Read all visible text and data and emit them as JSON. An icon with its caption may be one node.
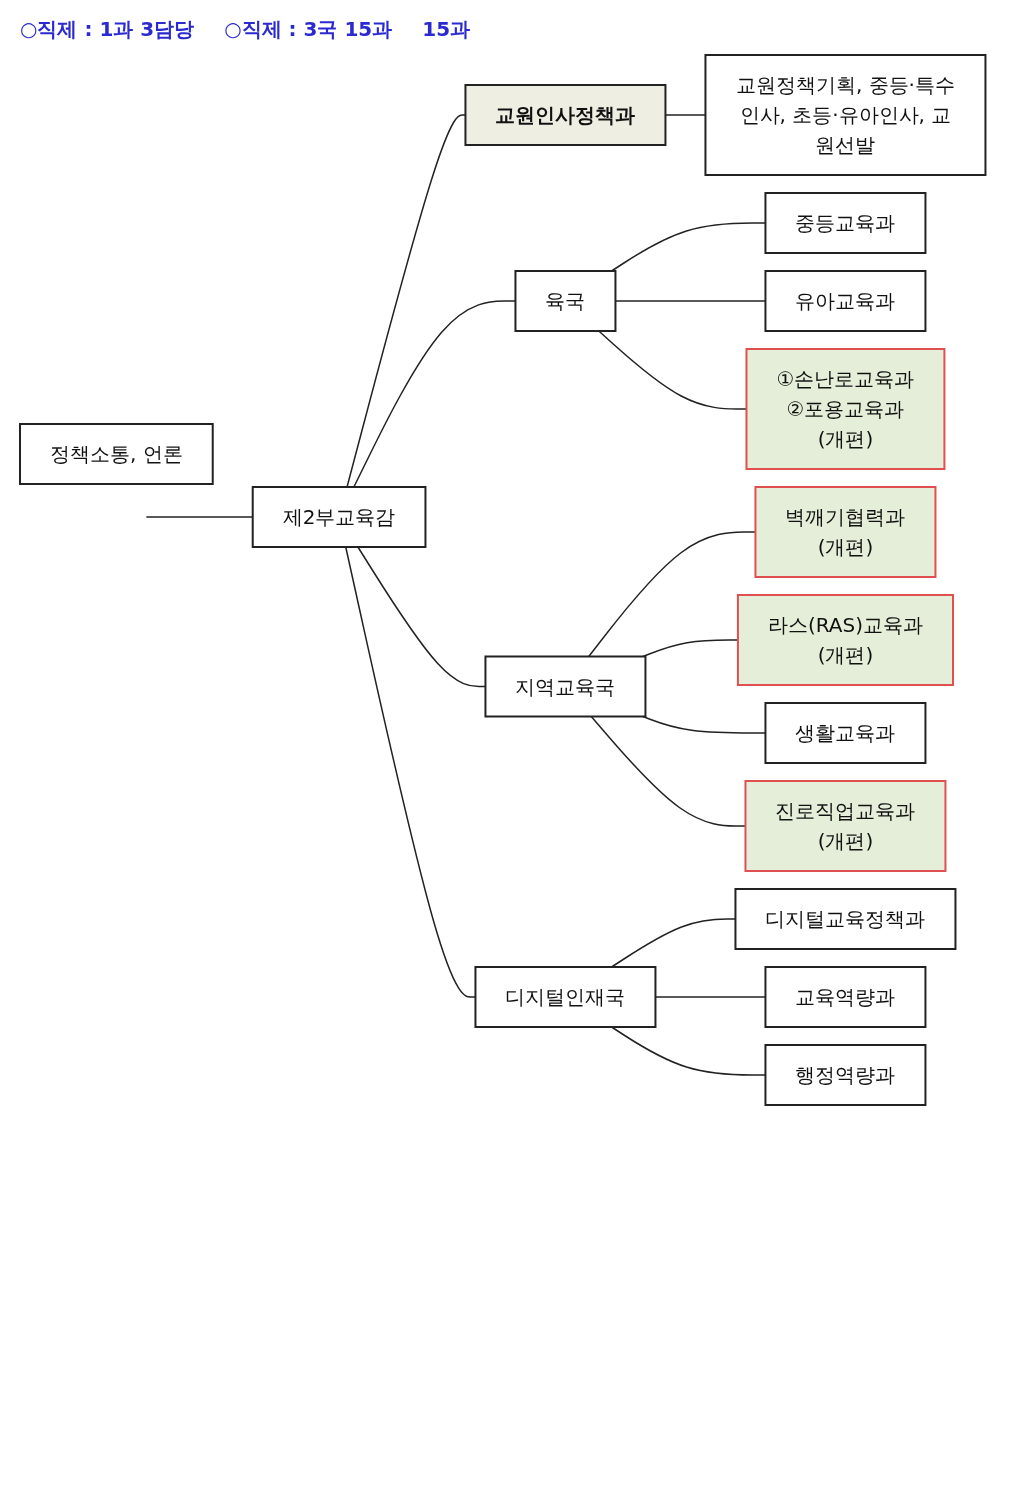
{
  "diagram": {
    "nodes": [
      {
        "text": [
          "정책소통, 언론"
        ]
      },
      {
        "text": [
          "제2부교육감"
        ]
      },
      {
        "text": [
          "교원인사정책과"
        ]
      },
      {
        "text": [
          "교원정책기획, 중등·특수인사, 초등·유아인사, 교원선발"
        ]
      },
      {
        "text": [
          "육국"
        ]
      },
      {
        "text": [
          "지역교육국"
        ]
      },
      {
        "text": [
          "디지털인재국"
        ]
      },
      {
        "text": [
          "중등교육과"
        ]
      },
      {
        "text": [
          "유아교육과"
        ]
      },
      {
        "text": [
          "①손난로교육과",
          "②포용교육과",
          "(개편)"
        ]
      },
      {
        "text": [
          "벽깨기협력과",
          "(개편)"
        ]
      },
      {
        "text": [
          "라스(RAS)교육과",
          "(개편)"
        ]
      },
      {
        "text": [
          "생활교육과"
        ]
      },
      {
        "text": [
          "진로직업교육과",
          "(개편)"
        ]
      },
      {
        "text": [
          "디지털교육정책과"
        ]
      },
      {
        "text": [
          "교육역량과"
        ]
      },
      {
        "text": [
          "행정역량과"
        ]
      }
    ],
    "edges": [
      {
        "from": null,
        "to": 1,
        "arrow": "none"
      },
      {
        "from": 1,
        "to": 2,
        "arrow": "none"
      },
      {
        "from": 2,
        "to": 3,
        "arrow": "none"
      },
      {
        "from": 1,
        "to": 4,
        "arrow": "none"
      },
      {
        "from": 1,
        "to": 5,
        "arrow": "none"
      },
      {
        "from": 1,
        "to": 6,
        "arrow": "none"
      },
      {
        "from": 4,
        "to": 7,
        "arrow": "none"
      },
      {
        "from": 4,
        "to": 8,
        "arrow": "none"
      },
      {
        "from": 4,
        "to": 9,
        "arrow": "none"
      },
      {
        "from": 5,
        "to": 10,
        "arrow": "none"
      },
      {
        "from": 5,
        "to": 11,
        "arrow": "none"
      },
      {
        "from": 5,
        "to": 12,
        "arrow": "none"
      },
      {
        "from": 5,
        "to": 13,
        "arrow": "none"
      },
      {
        "from": 6,
        "to": 14,
        "arrow": "none"
      },
      {
        "from": 6,
        "to": 15,
        "arrow": "none"
      },
      {
        "from": 6,
        "to": 16,
        "arrow": "none"
      }
    ],
    "labels": [
      "○직제 : 1과 3담당",
      "○직제 : 3국 15과",
      "15과"
    ]
  }
}
